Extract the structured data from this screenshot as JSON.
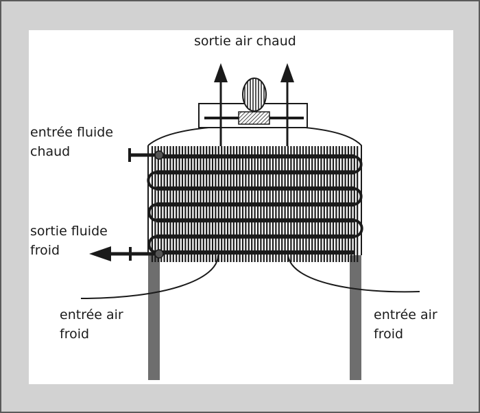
{
  "labels": {
    "hot_air_out": "sortie air chaud",
    "hot_fluid_in_1": "entrée fluide",
    "hot_fluid_in_2": "chaud",
    "cold_fluid_out_1": "sortie fluide",
    "cold_fluid_out_2": "froid",
    "cold_air_in_left_1": "entrée air",
    "cold_air_in_left_2": "froid",
    "cold_air_in_right_1": "entrée air",
    "cold_air_in_right_2": "froid"
  },
  "colors": {
    "frame_bg": "#d2d2d2",
    "frame_border": "#5a5a5a",
    "panel_bg": "#ffffff",
    "line": "#1a1a1a",
    "leg": "#6e6e6e"
  },
  "icons": [
    "fan-icon",
    "arrow-up-icon",
    "arrow-left-icon"
  ]
}
